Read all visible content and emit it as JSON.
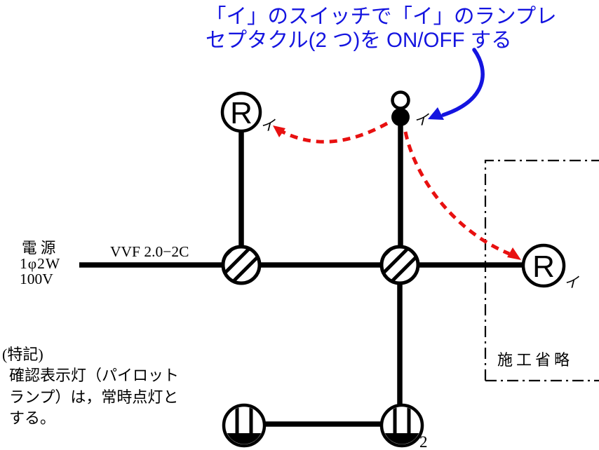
{
  "annotation": {
    "line1": "「イ」のスイッチで「イ」のランプレ",
    "line2": "セプタクル(2 つ)を ON/OFF する"
  },
  "power": {
    "name": "電 源",
    "phase": "1φ2W",
    "voltage": "100V"
  },
  "cable": {
    "label": "VVF 2.0−2C"
  },
  "omitted": {
    "label": "施工省略"
  },
  "notes": {
    "title": "(特記)",
    "line1": "確認表示灯（パイロット",
    "line2": "ランプ）は，常時点灯と",
    "line3": "する。"
  },
  "devices": {
    "lamp_left": {
      "letter": "R",
      "tag": "イ"
    },
    "lamp_right": {
      "letter": "R",
      "tag": "イ"
    },
    "switch": {
      "tag": "イ"
    },
    "outlet_double": {
      "count": "2"
    }
  },
  "colors": {
    "annotation_blue": "#1414e0",
    "arrow_red": "#e81010",
    "ink_black": "#000000"
  }
}
